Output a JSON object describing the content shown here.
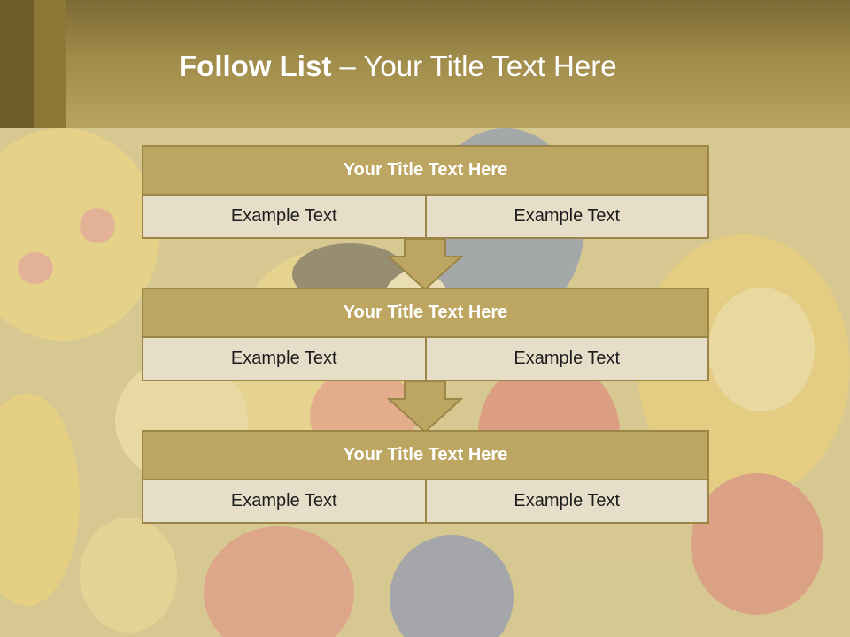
{
  "slide": {
    "title_bold": "Follow List",
    "title_rest": "– Your Title Text Here"
  },
  "stages": [
    {
      "title": "Your Title Text Here",
      "left": "Example Text",
      "right": "Example Text"
    },
    {
      "title": "Your Title Text Here",
      "left": "Example Text",
      "right": "Example Text"
    },
    {
      "title": "Your Title Text Here",
      "left": "Example Text",
      "right": "Example Text"
    }
  ],
  "colors": {
    "header": "#a08c4a",
    "box_header": "#bda661",
    "box_cell": "#e6dec8",
    "border": "#9b8547"
  }
}
